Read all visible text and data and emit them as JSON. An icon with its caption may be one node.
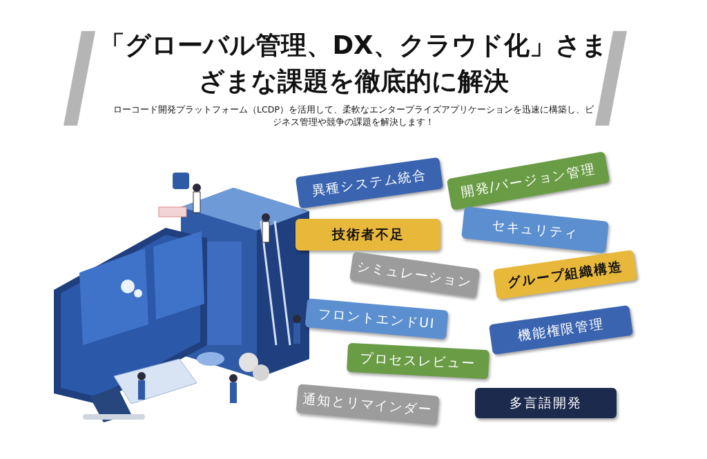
{
  "diagram": {
    "title": "「グローバル管理、DX、クラウド化」さまざまな課題を徹底的に解決",
    "caption": "ローコード開発プラットフォーム（LCDP）を活用して、柔軟なエンタープライズアプリケーションを迅速に構築し、ビジネス管理や競争の課題を解決します！",
    "nodes": [
      {
        "text": [
          "異種システム統合"
        ]
      },
      {
        "text": [
          "開発/バージョン管理"
        ]
      },
      {
        "text": [
          "技術者不足"
        ]
      },
      {
        "text": [
          "セキュリティ"
        ]
      },
      {
        "text": [
          "シミュレーション"
        ]
      },
      {
        "text": [
          "グループ組織構造"
        ]
      },
      {
        "text": [
          "フロントエンドUI"
        ]
      },
      {
        "text": [
          "機能権限管理"
        ]
      },
      {
        "text": [
          "プロセスレビュー"
        ]
      },
      {
        "text": [
          "通知とリマインダー"
        ]
      },
      {
        "text": [
          "多言語開発"
        ]
      }
    ],
    "edges": []
  }
}
